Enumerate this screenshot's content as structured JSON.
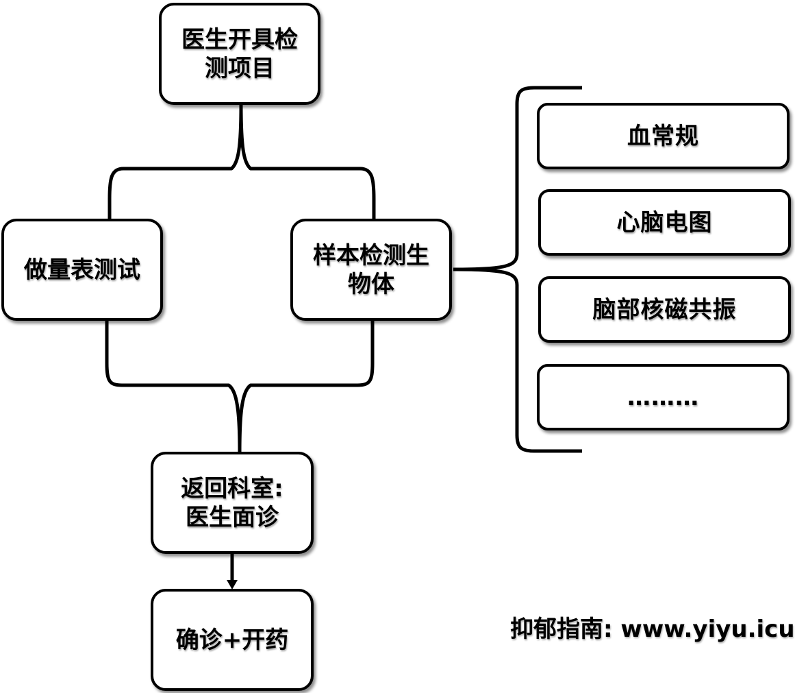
{
  "nodes": {
    "doctor_orders": [
      "医生开具检",
      "测项目"
    ],
    "scale_test": [
      "做量表测试"
    ],
    "sample_test": [
      "样本检测生",
      "物体"
    ],
    "return_dept": [
      "返回科室:",
      "医生面诊"
    ],
    "diagnosis": [
      "确诊+开药"
    ]
  },
  "exam_items": [
    "血常规",
    "心脑电图",
    "脑部核磁共振",
    "………"
  ],
  "footer": {
    "credit": "抑郁指南: www.yiyu.icu"
  }
}
